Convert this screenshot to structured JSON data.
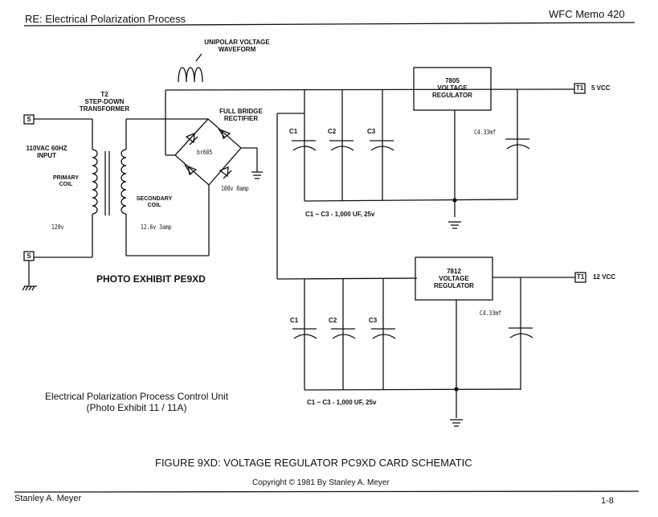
{
  "header": {
    "left": "RE: Electrical Polarization Process",
    "right": "WFC Memo 420"
  },
  "labels": {
    "waveform": [
      "UNIPOLAR VOLTAGE",
      "WAVEFORM"
    ],
    "transformer": [
      "T2",
      "STEP-DOWN",
      "TRANSFORMER"
    ],
    "rectifier": [
      "FULL BRIDGE",
      "RECTIFIER"
    ],
    "rectifier_part": "br605",
    "rectifier_rating": "100v 8amp",
    "input": [
      "110VAC 60HZ",
      "INPUT"
    ],
    "primary": [
      "PRIMARY",
      "COIL"
    ],
    "secondary": [
      "SECONDARY",
      "COIL"
    ],
    "primary_voltage": "120v",
    "secondary_rating": "12.6v 3amp",
    "terminal_s": "S",
    "photo_exhibit": "PHOTO EXHIBIT PE9XD"
  },
  "regulators": [
    {
      "part": "7805",
      "name": [
        "VOLTAGE",
        "REGULATOR"
      ],
      "terminal": "T1",
      "output": "5 VCC",
      "caps": [
        "C1",
        "C2",
        "C3"
      ],
      "c4": "C4.33mf",
      "cap_note": "C1 ~ C3 - 1,000 UF, 25v"
    },
    {
      "part": "7812",
      "name": [
        "VOLTAGE",
        "REGULATOR"
      ],
      "terminal": "T1",
      "output": "12 VCC",
      "caps": [
        "C1",
        "C2",
        "C3"
      ],
      "c4": "C4.33mf",
      "cap_note": "C1 ~ C3 - 1,000 UF, 25v"
    }
  ],
  "caption": [
    "Electrical Polarization Process Control Unit",
    "(Photo Exhibit 11  / 11A)"
  ],
  "figure_title": "FIGURE 9XD: VOLTAGE REGULATOR PC9XD CARD SCHEMATIC",
  "copyright": "Copyright © 1981 By Stanley A. Meyer",
  "footer": {
    "left": "Stanley A. Meyer",
    "right": "1-8"
  }
}
